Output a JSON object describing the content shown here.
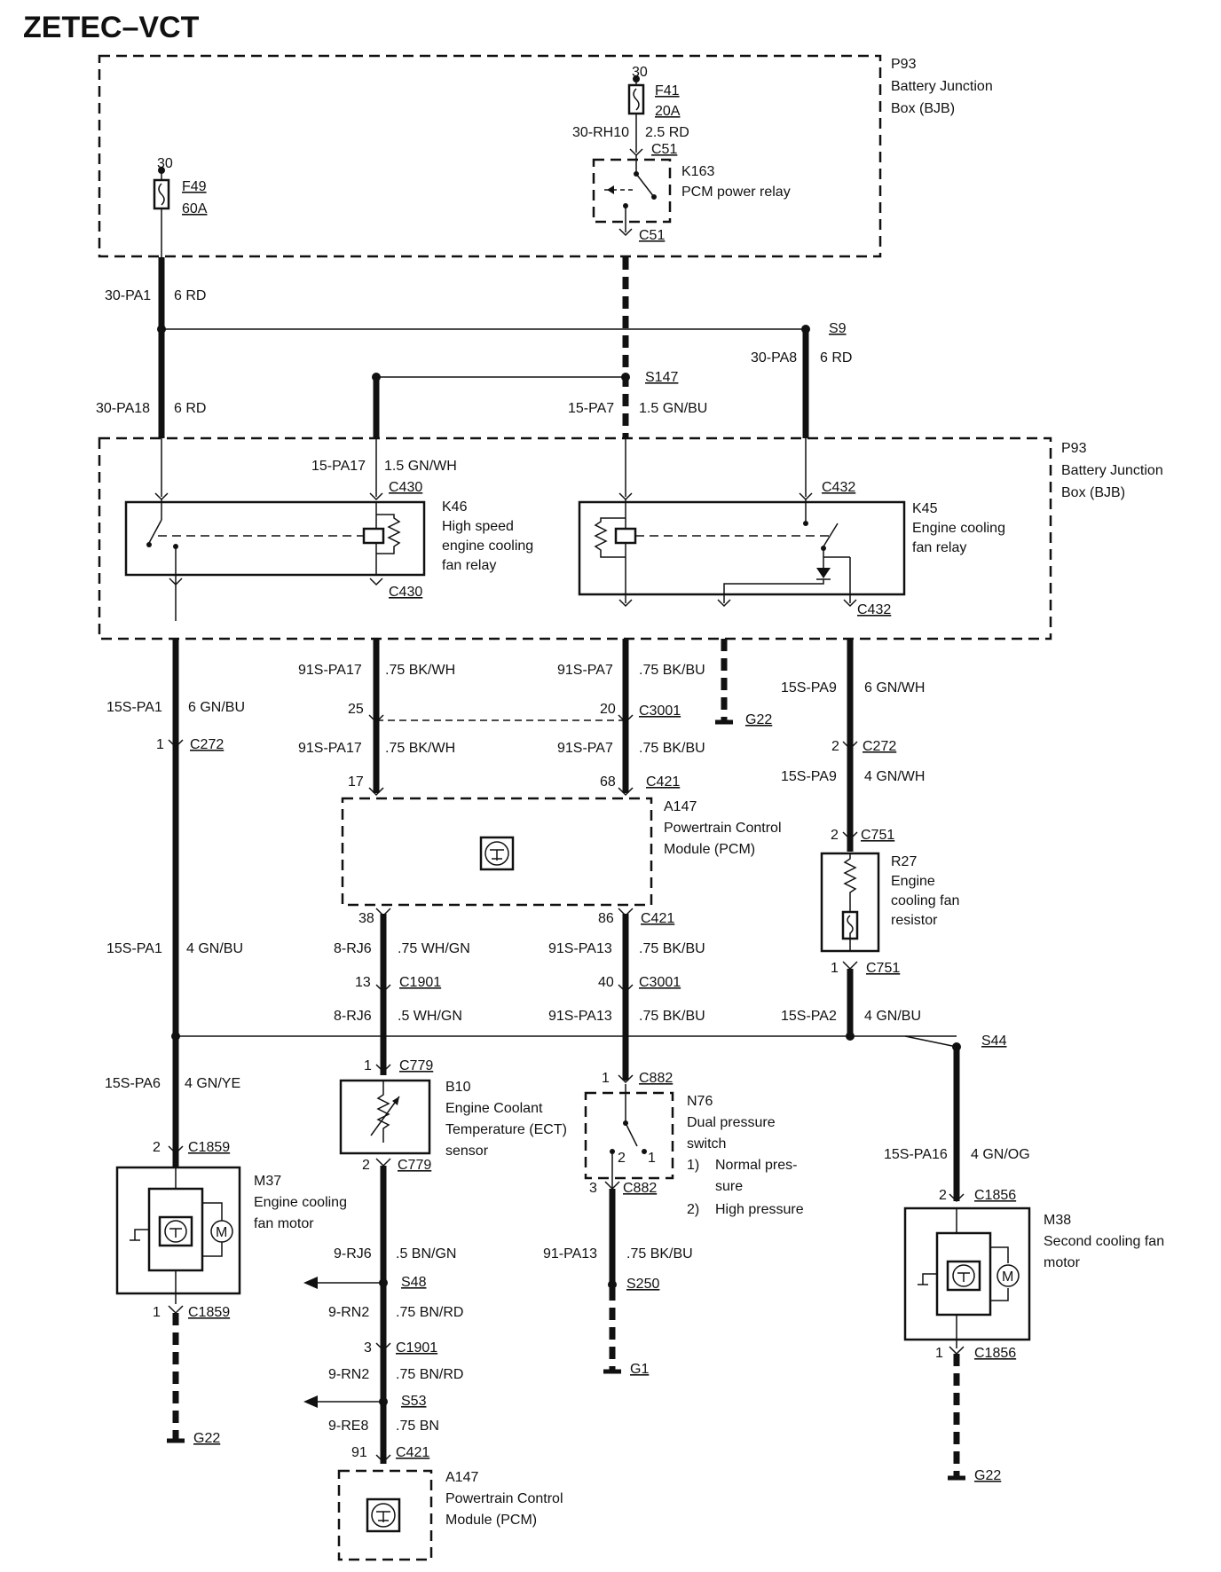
{
  "title": "ZETEC–VCT",
  "labels": {
    "p93_top": "P93",
    "bjb_top_1": "Battery Junction",
    "bjb_top_2": "Box (BJB)",
    "f41_30": "30",
    "f41": "F41",
    "f41_amp": "20A",
    "w_30rh10": "30-RH10",
    "w_30rh10_spec": "2.5 RD",
    "c51_a": "C51",
    "k163": "K163",
    "k163_desc": "PCM power relay",
    "c51_b": "C51",
    "f49_30": "30",
    "f49": "F49",
    "f49_amp": "60A",
    "w_30pa1": "30-PA1",
    "w_30pa1_spec": "6 RD",
    "s9": "S9",
    "w_30pa8": "30-PA8",
    "w_30pa8_spec": "6 RD",
    "s147": "S147",
    "w_30pa18": "30-PA18",
    "w_30pa18_spec": "6 RD",
    "w_15pa7": "15-PA7",
    "w_15pa7_spec": "1.5 GN/BU",
    "p93_mid": "P93",
    "bjb_mid_1": "Battery Junction",
    "bjb_mid_2": "Box (BJB)",
    "w_15pa17": "15-PA17",
    "w_15pa17_spec": "1.5 GN/WH",
    "c430_a": "C430",
    "c432_a": "C432",
    "k46": "K46",
    "k46_d1": "High speed",
    "k46_d2": "engine cooling",
    "k46_d3": "fan relay",
    "k45": "K45",
    "k45_d1": "Engine cooling",
    "k45_d2": "fan relay",
    "c430_b": "C430",
    "c432_b": "C432",
    "w_91spa17_a": "91S-PA17",
    "w_91spa17_a_spec": ".75 BK/WH",
    "w_91spa7_a": "91S-PA7",
    "w_91spa7_a_spec": ".75 BK/BU",
    "w_15spa9_a": "15S-PA9",
    "w_15spa9_a_spec": "6 GN/WH",
    "w_15spa1_a": "15S-PA1",
    "w_15spa1_a_spec": "6 GN/BU",
    "pin_25": "25",
    "pin_20": "20",
    "c3001_a": "C3001",
    "g22_mid": "G22",
    "pin_1_c272": "1",
    "c272_a": "C272",
    "w_91spa17_b": "91S-PA17",
    "w_91spa17_b_spec": ".75 BK/WH",
    "w_91spa7_b": "91S-PA7",
    "w_91spa7_b_spec": ".75 BK/BU",
    "pin_2_c272": "2",
    "c272_b": "C272",
    "w_15spa9_b": "15S-PA9",
    "w_15spa9_b_spec": "4 GN/WH",
    "pin_17": "17",
    "pin_68": "68",
    "c421_a": "C421",
    "a147_a": "A147",
    "a147_a_d1": "Powertrain Control",
    "a147_a_d2": "Module (PCM)",
    "pin_2_c751": "2",
    "c751_a": "C751",
    "r27": "R27",
    "r27_d1": "Engine",
    "r27_d2": "cooling fan",
    "r27_d3": "resistor",
    "pin_38": "38",
    "pin_86": "86",
    "c421_b": "C421",
    "w_15spa1_b": "15S-PA1",
    "w_15spa1_b_spec": "4 GN/BU",
    "w_8rj6_a": "8-RJ6",
    "w_8rj6_a_spec": ".75 WH/GN",
    "w_91spa13_a": "91S-PA13",
    "w_91spa13_a_spec": ".75 BK/BU",
    "pin_1_c751": "1",
    "c751_b": "C751",
    "pin_13": "13",
    "c1901_a": "C1901",
    "pin_40": "40",
    "c3001_b": "C3001",
    "w_8rj6_b": "8-RJ6",
    "w_8rj6_b_spec": ".5 WH/GN",
    "w_91spa13_b": "91S-PA13",
    "w_91spa13_b_spec": ".75 BK/BU",
    "w_15spa2": "15S-PA2",
    "w_15spa2_spec": "4 GN/BU",
    "s44": "S44",
    "pin_1_c779": "1",
    "c779_a": "C779",
    "pin_1_c882": "1",
    "c882_a": "C882",
    "w_15spa6": "15S-PA6",
    "w_15spa6_spec": "4 GN/YE",
    "b10": "B10",
    "b10_d1": "Engine Coolant",
    "b10_d2": "Temperature (ECT)",
    "b10_d3": "sensor",
    "n76": "N76",
    "n76_d1": "Dual pressure",
    "n76_d2": "switch",
    "n76_o1_n": "1)",
    "n76_o1_a": "Normal pres-",
    "n76_o1_b": "sure",
    "n76_o2_n": "2)",
    "n76_o2": "High pressure",
    "n76_pin2": "2",
    "n76_pin1": "1",
    "pin_2_c1859": "2",
    "c1859_a": "C1859",
    "m37": "M37",
    "m37_d1": "Engine cooling",
    "m37_d2": "fan motor",
    "pin_2_c779": "2",
    "c779_b": "C779",
    "pin_3_c882": "3",
    "c882_b": "C882",
    "w_15spa16": "15S-PA16",
    "w_15spa16_spec": "4 GN/OG",
    "pin_2_c1856": "2",
    "c1856_a": "C1856",
    "m38": "M38",
    "m38_d1": "Second cooling fan",
    "m38_d2": "motor",
    "w_9rj6": "9-RJ6",
    "w_9rj6_spec": ".5 BN/GN",
    "w_91pa13": "91-PA13",
    "w_91pa13_spec": ".75 BK/BU",
    "s48": "S48",
    "s250": "S250",
    "pin_1_c1859": "1",
    "c1859_b": "C1859",
    "w_9rn2_a": "9-RN2",
    "w_9rn2_a_spec": ".75 BN/RD",
    "pin_3_c1901": "3",
    "c1901_b": "C1901",
    "pin_1_c1856": "1",
    "c1856_b": "C1856",
    "g1": "G1",
    "w_9rn2_b": "9-RN2",
    "w_9rn2_b_spec": ".75 BN/RD",
    "s53": "S53",
    "w_9re8": "9-RE8",
    "w_9re8_spec": ".75 BN",
    "g22_left": "G22",
    "pin_91": "91",
    "c421_c": "C421",
    "g22_right": "G22",
    "a147_b": "A147",
    "a147_b_d1": "Powertrain Control",
    "a147_b_d2": "Module (PCM)",
    "m_letter": "M",
    "m_letter_2": "M"
  }
}
